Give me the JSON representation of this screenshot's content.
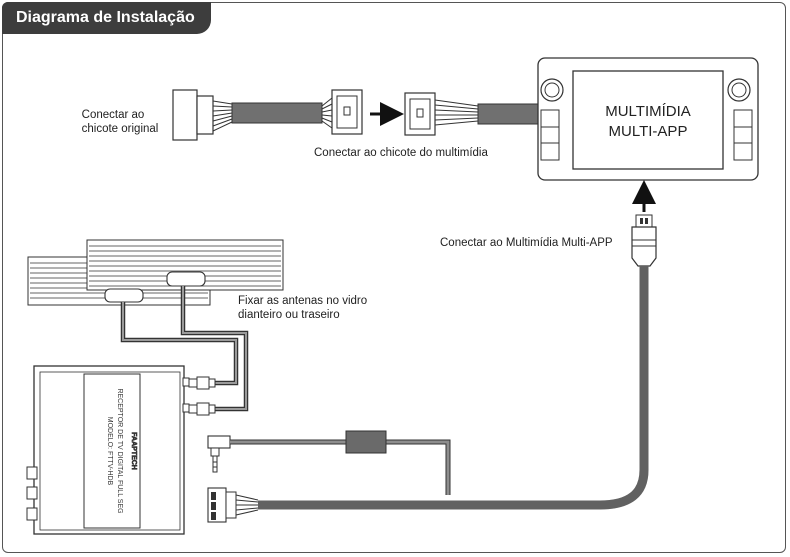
{
  "title": "Diagrama de Instalação",
  "labels": {
    "connect_original_line1": "Conectar ao",
    "connect_original_line2": "chicote original",
    "connect_multimedia_harness": "Conectar ao chicote do multimídia",
    "connect_multi_app": "Conectar ao Multimídia Multi-APP",
    "antenna_line1": "Fixar as antenas no vidro",
    "antenna_line2": "dianteiro ou traseiro"
  },
  "head_unit": {
    "line1": "MULTIMÍDIA",
    "line2": "MULTI-APP"
  },
  "receiver": {
    "brand": "FAAPTECH",
    "line1": "RECEPTOR DE TV DIGITAL FULL SEG",
    "line2": "MODELO: FTTV-HDB"
  }
}
